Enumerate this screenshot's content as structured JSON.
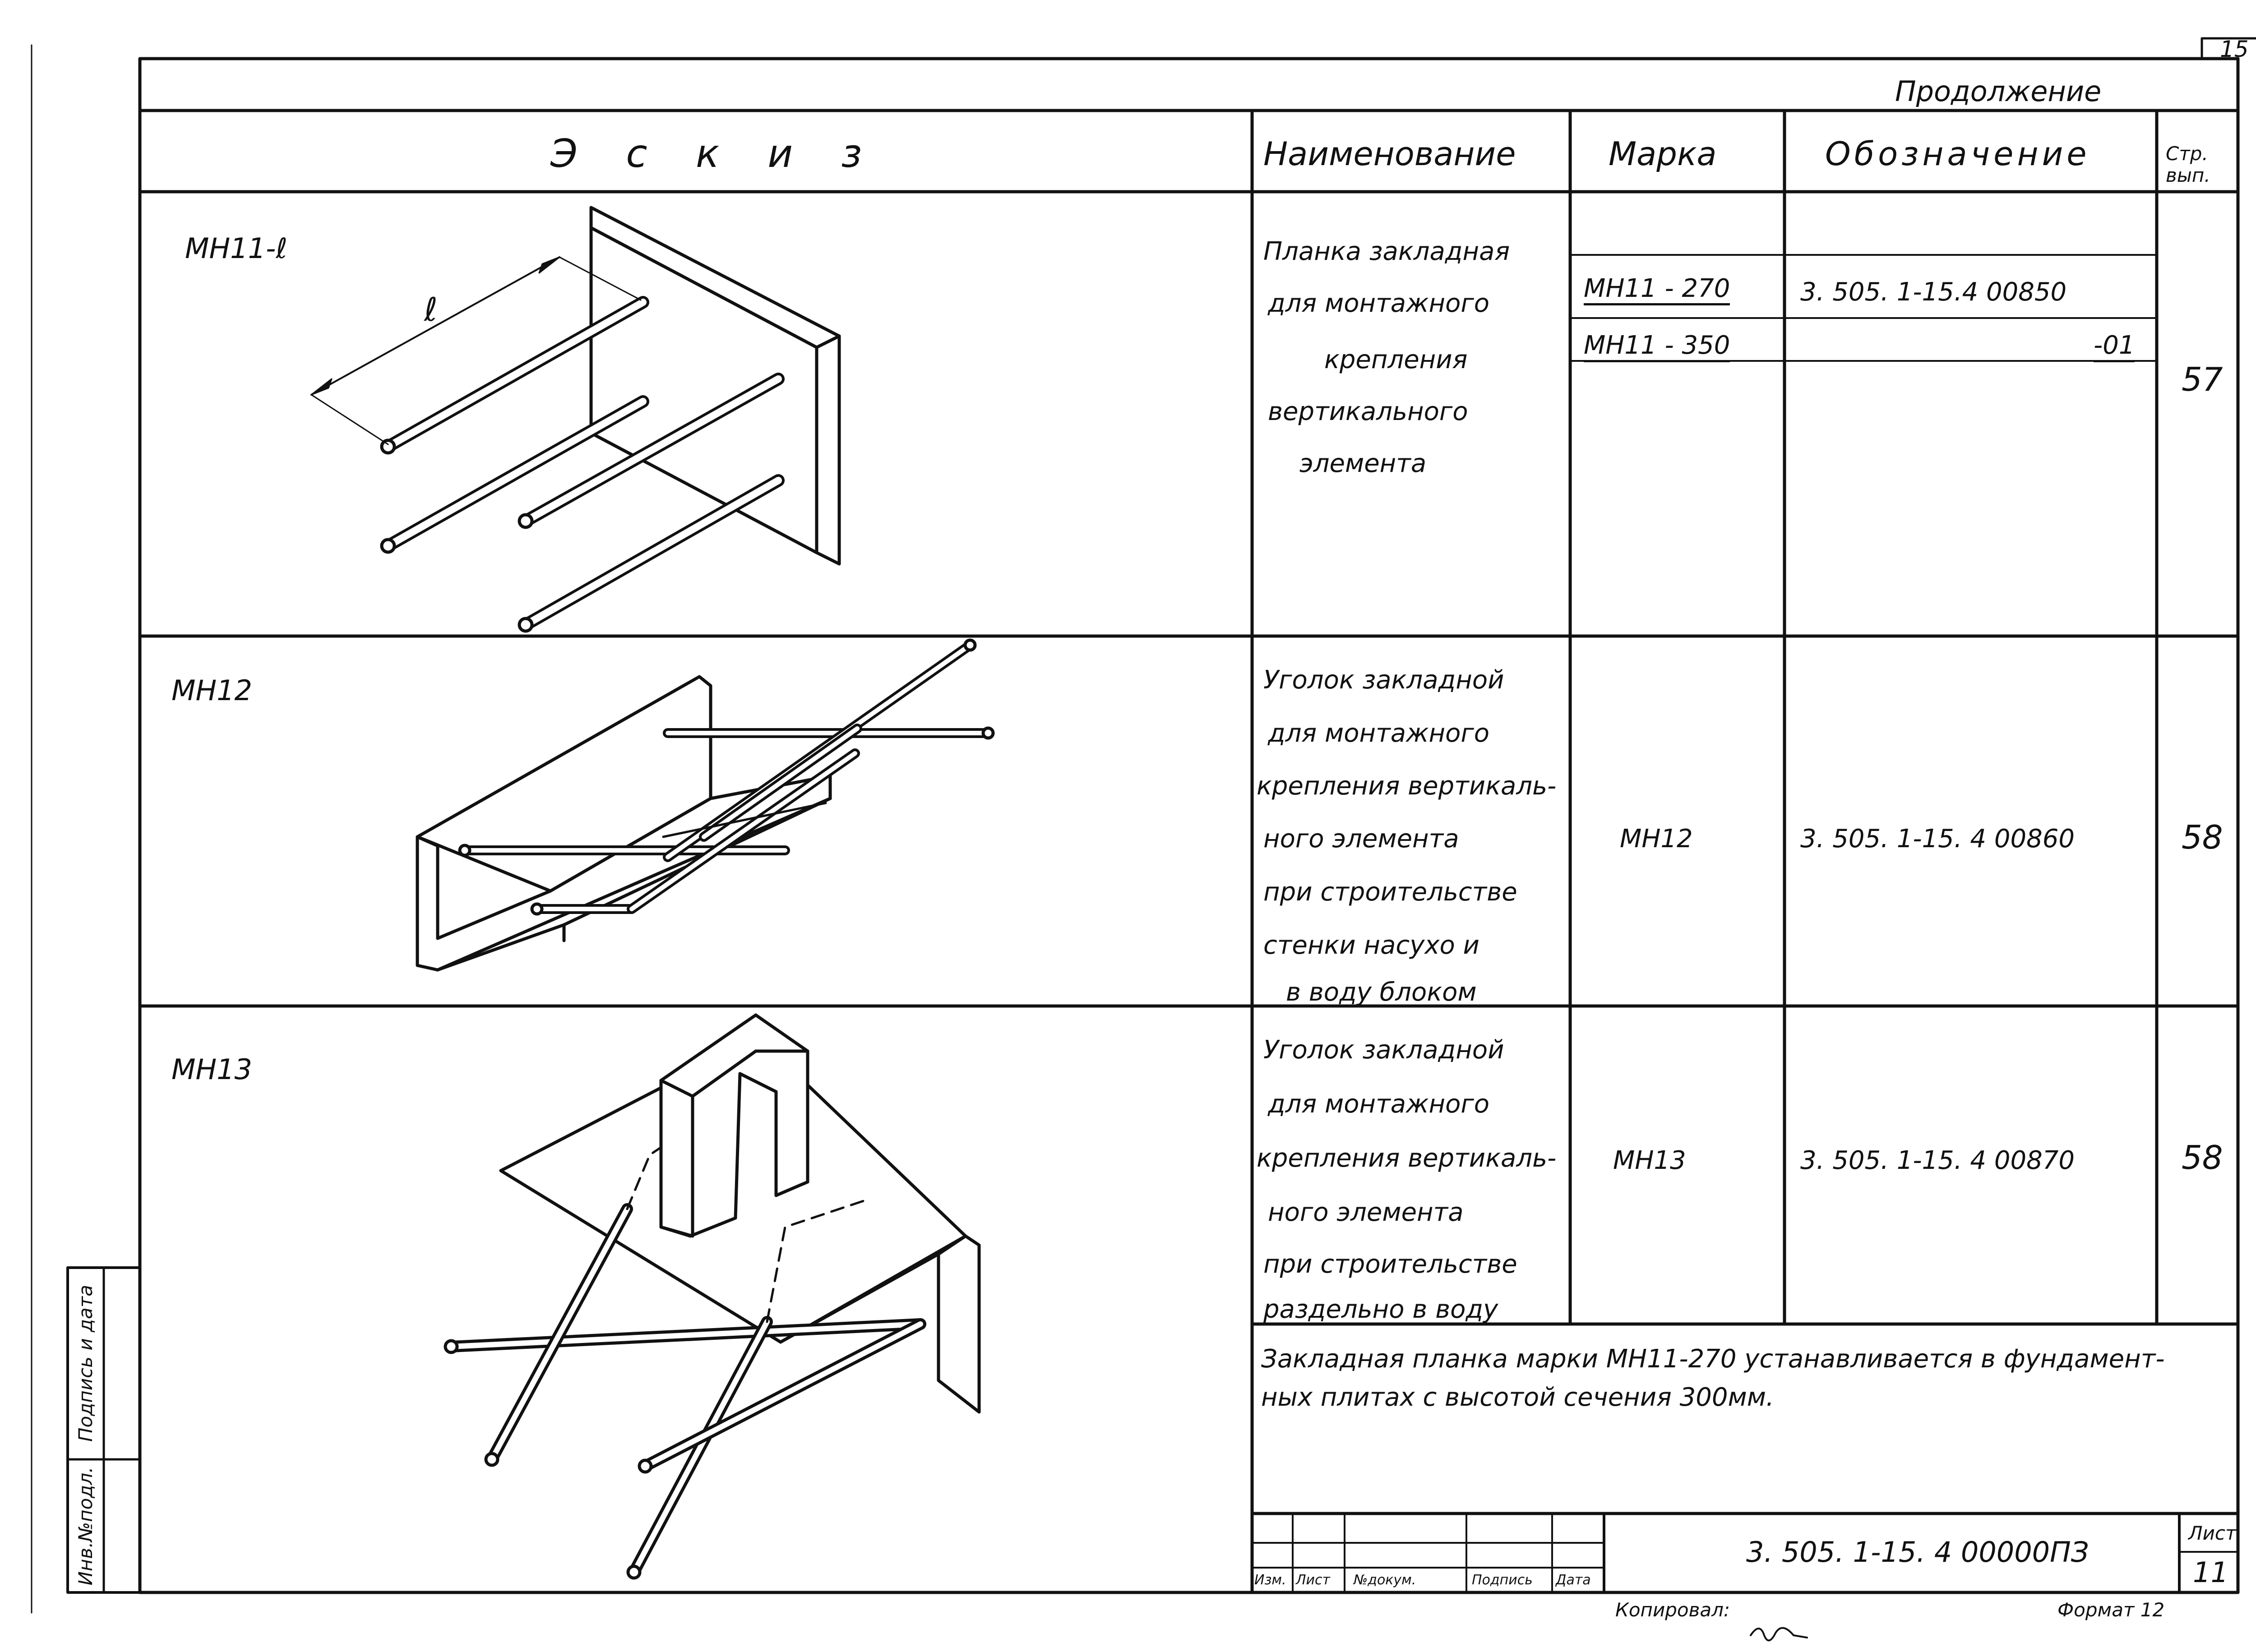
{
  "sheet": {
    "corner_number": "15",
    "continuation": "Продолжение",
    "footer_copied": "Копировал:",
    "footer_format": "Формат 12"
  },
  "header": {
    "sketch": "Э с к и з",
    "name": "Наименование",
    "mark": "Марка",
    "designation": "Обозначение",
    "page_top": "Стр.",
    "page_bottom": "вып."
  },
  "rows": [
    {
      "sketch_label": "МН11-ℓ",
      "dimension_label": "ℓ",
      "name_lines": [
        "Планка закладная",
        "для монтажного",
        "крепления",
        "вертикального",
        "элемента"
      ],
      "marks": [
        "МН11 - 270",
        "МН11 - 350"
      ],
      "designations": [
        "3. 505. 1-15.4 00850",
        "-01"
      ],
      "page": "57"
    },
    {
      "sketch_label": "МН12",
      "name_lines": [
        "Уголок закладной",
        "для монтажного",
        "крепления вертикаль-",
        "ного элемента",
        "при строительстве",
        "стенки насухо и",
        "в воду блоком"
      ],
      "marks": [
        "МН12"
      ],
      "designations": [
        "3. 505. 1-15. 4  00860"
      ],
      "page": "58"
    },
    {
      "sketch_label": "МН13",
      "name_lines": [
        "Уголок закладной",
        "для монтажного",
        "крепления вертикаль-",
        "ного элемента",
        "при строительстве",
        "раздельно в воду"
      ],
      "marks": [
        "МН13"
      ],
      "designations": [
        "3. 505. 1-15. 4  00870"
      ],
      "page": "58"
    }
  ],
  "note": {
    "line1": "Закладная планка марки МН11-270 устанавливается в фундамент-",
    "line2": "ных плитах с высотой сечения 300мм."
  },
  "side_stamp": {
    "inv": "Инв.№подл.",
    "sign": "Подпись и дата"
  },
  "title_block": {
    "labels": [
      "Изм.",
      "Лист",
      "№докум.",
      "Подпись",
      "Дата"
    ],
    "document_number": "3. 505. 1-15. 4   00000ПЗ",
    "sheet_label": "Лист",
    "sheet_number": "11"
  }
}
